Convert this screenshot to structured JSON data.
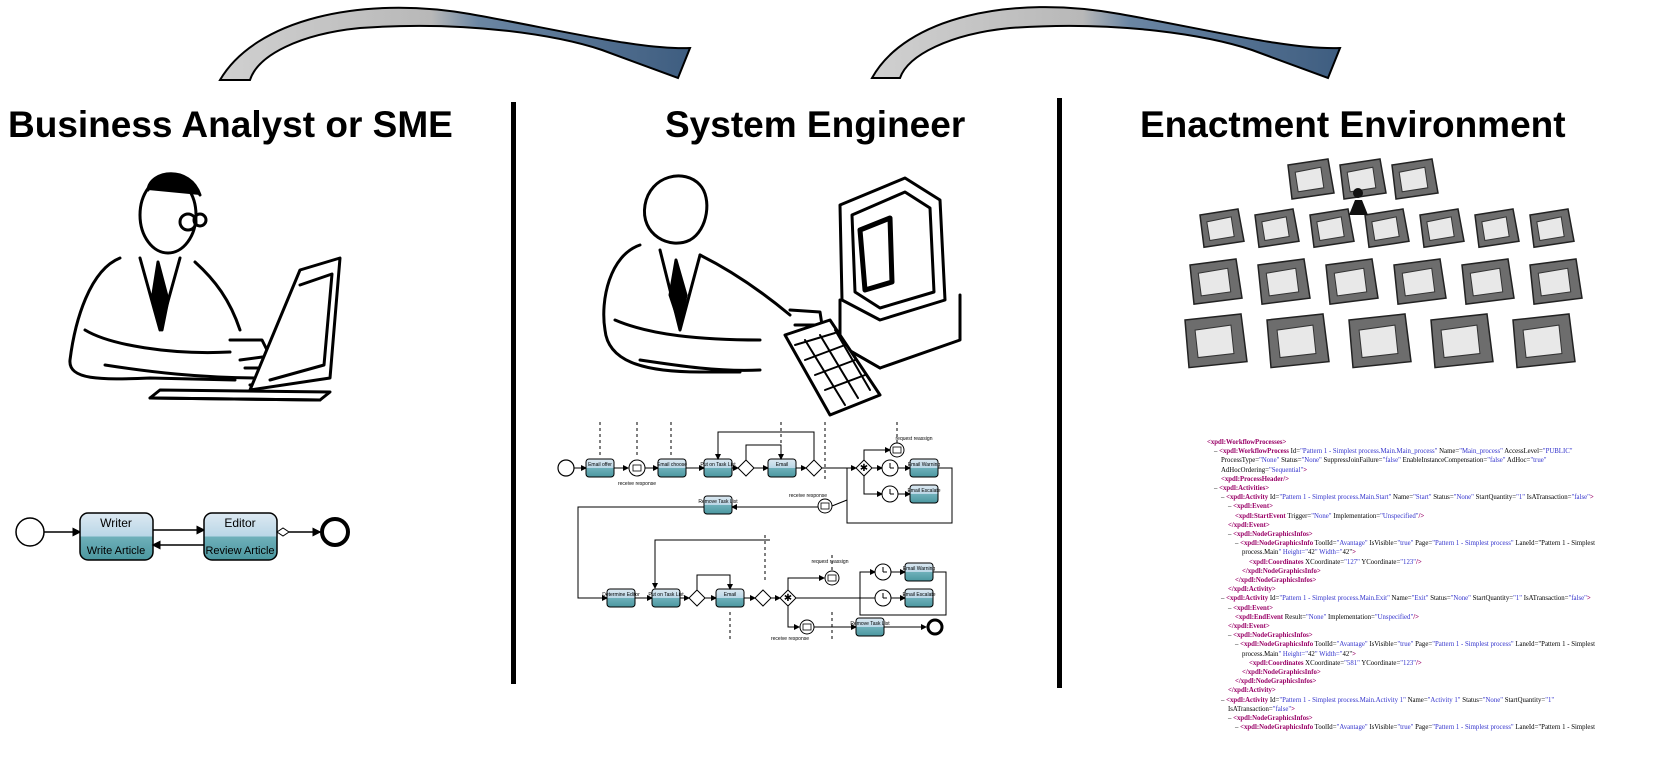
{
  "roles": [
    {
      "title": "Business Analyst or SME"
    },
    {
      "title": "System Engineer"
    },
    {
      "title": "Enactment Environment"
    }
  ],
  "simple_flow": {
    "tasks": [
      {
        "role": "Writer",
        "task": "Write Article"
      },
      {
        "role": "Editor",
        "task": "Review Article"
      }
    ]
  },
  "complex_flow": {
    "labels": {
      "email_offer": "Email offer",
      "receive_response": "receive response",
      "email_choose": "Email choose",
      "put_on_task_list": "Put on Task List",
      "email_third": "Email",
      "request_reassign": "request reassign",
      "email_warning": "Email Warning",
      "email_escalate": "Email Escalate",
      "remove_task_list": "Remove Task List",
      "determine_editor": "Determine Editor"
    }
  },
  "xml_lines": [
    "<xpdl:WorkflowProcesses>",
    "– <xpdl:WorkflowProcess Id=\"Pattern 1 - Simplest process.Main.Main_process\" Name=\"Main_process\" AccessLevel=\"PUBLIC\"",
    "ProcessType=\"None\" Status=\"None\" SuppressJoinFailure=\"false\" EnableInstanceCompensation=\"false\" AdHoc=\"true\"",
    "AdHocOrdering=\"Sequential\">",
    "<xpdl:ProcessHeader/>",
    "– <xpdl:Activities>",
    "– <xpdl:Activity Id=\"Pattern 1 - Simplest process.Main.Start\" Name=\"Start\" Status=\"None\" StartQuantity=\"1\" IsATransaction=\"false\">",
    "– <xpdl:Event>",
    "<xpdl:StartEvent Trigger=\"None\" Implementation=\"Unspecified\"/>",
    "</xpdl:Event>",
    "– <xpdl:NodeGraphicsInfos>",
    "– <xpdl:NodeGraphicsInfo ToolId=\"Avantage\" IsVisible=\"true\" Page=\"Pattern 1 - Simplest process\" LaneId=\"Pattern 1 - Simplest",
    "process.Main\" Height=\"42\" Width=\"42\">",
    "<xpdl:Coordinates XCoordinate=\"127\" YCoordinate=\"123\"/>",
    "</xpdl:NodeGraphicsInfo>",
    "</xpdl:NodeGraphicsInfos>",
    "</xpdl:Activity>",
    "– <xpdl:Activity Id=\"Pattern 1 - Simplest process.Main.Exit\" Name=\"Exit\" Status=\"None\" StartQuantity=\"1\" IsATransaction=\"false\">",
    "– <xpdl:Event>",
    "<xpdl:EndEvent Result=\"None\" Implementation=\"Unspecified\"/>",
    "</xpdl:Event>",
    "– <xpdl:NodeGraphicsInfos>",
    "– <xpdl:NodeGraphicsInfo ToolId=\"Avantage\" IsVisible=\"true\" Page=\"Pattern 1 - Simplest process\" LaneId=\"Pattern 1 - Simplest",
    "process.Main\" Height=\"42\" Width=\"42\">",
    "<xpdl:Coordinates XCoordinate=\"581\" YCoordinate=\"123\"/>",
    "</xpdl:NodeGraphicsInfo>",
    "</xpdl:NodeGraphicsInfos>",
    "</xpdl:Activity>",
    "– <xpdl:Activity Id=\"Pattern 1 - Simplest process.Main.Activity 1\" Name=\"Activity 1\" Status=\"None\" StartQuantity=\"1\"",
    "IsATransaction=\"false\">",
    "– <xpdl:NodeGraphicsInfos>",
    "– <xpdl:NodeGraphicsInfo ToolId=\"Avantage\" IsVisible=\"true\" Page=\"Pattern 1 - Simplest process\" LaneId=\"Pattern 1 - Simplest"
  ],
  "xml_indents": [
    0,
    1,
    2,
    2,
    2,
    1,
    2,
    3,
    4,
    3,
    3,
    4,
    5,
    6,
    5,
    4,
    3,
    2,
    3,
    4,
    3,
    3,
    4,
    5,
    6,
    5,
    4,
    3,
    2,
    3,
    3,
    4
  ],
  "colors": {
    "task_fill_top": "#b9d6e6",
    "task_fill_bottom": "#5aa3b0",
    "arrow_light": "#c0c0c0",
    "arrow_dark": "#4f6d8e",
    "tag": "#990066",
    "value": "#3333cc"
  }
}
